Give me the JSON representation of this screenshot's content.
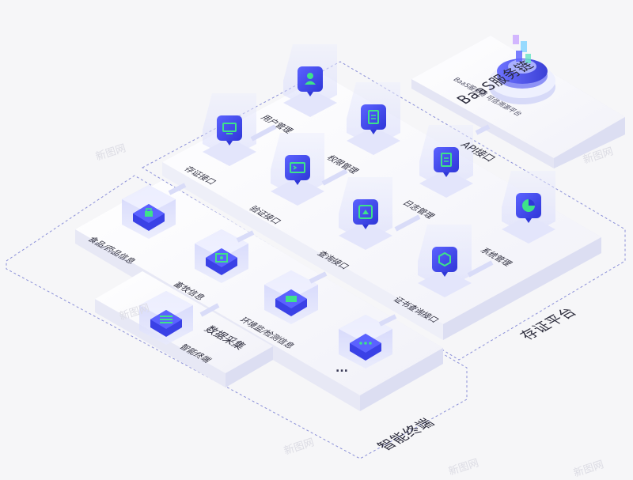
{
  "colors": {
    "accent": "#4a4ff2",
    "green": "#3de38a",
    "panel": "#ffffff",
    "dash": "#8a8fd8"
  },
  "baas": {
    "title": "BaaS服务链",
    "subtitle": "BaaS服务链 可信溯源平台",
    "api": "API接口"
  },
  "platform": {
    "title": "存证平台",
    "modules": [
      {
        "label": "用户管理",
        "icon": "user-icon"
      },
      {
        "label": "存证接口",
        "icon": "certificate-icon"
      },
      {
        "label": "权限管理",
        "icon": "document-icon"
      },
      {
        "label": "验证接口",
        "icon": "terminal-icon"
      },
      {
        "label": "日志管理",
        "icon": "log-icon"
      },
      {
        "label": "查询接口",
        "icon": "search-window-icon"
      },
      {
        "label": "系统管理",
        "icon": "pie-chart-icon"
      },
      {
        "label": "证书查询接口",
        "icon": "cube-icon"
      }
    ]
  },
  "terminal": {
    "title": "智能终端",
    "sources": [
      {
        "label": "食品/药品信息"
      },
      {
        "label": "畜牧信息"
      },
      {
        "label": "环境监/检测信息"
      },
      {
        "label": "..."
      }
    ],
    "collect": {
      "title": "数据采集",
      "label": "智能终端"
    }
  },
  "watermark": "新图网"
}
